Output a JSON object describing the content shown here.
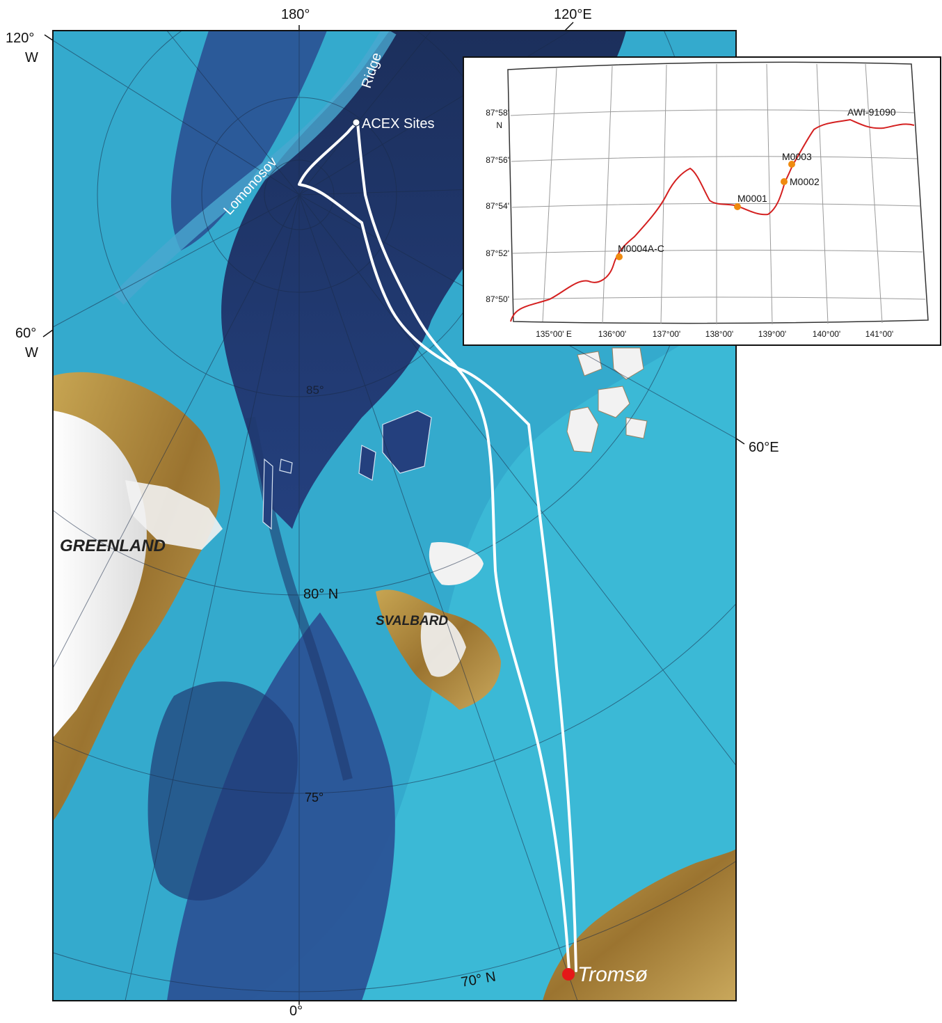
{
  "outer_labels": {
    "lon_180": "180°",
    "lon_120e": "120°E",
    "lon_120w_deg": "120°",
    "lon_120w_dir": "W",
    "lon_60w_deg": "60°",
    "lon_60w_dir": "W",
    "lon_60e": "60°E",
    "lon_0": "0°"
  },
  "map_labels": {
    "ridge": "Ridge",
    "lomonosov": "Lomonosov",
    "acex_sites": "ACEX Sites",
    "greenland": "GREENLAND",
    "svalbard": "SVALBARD",
    "lat_80": "80° N",
    "lat_85": "85°",
    "lat_75": "75°",
    "lat_70": "70° N",
    "tromso": "Tromsø"
  },
  "inset": {
    "lat_labels": [
      "87°58'",
      "87°56'",
      "87°54'",
      "87°52'",
      "87°50'"
    ],
    "lat_unit": "N",
    "lon_labels": [
      "135°00' E",
      "136°00'",
      "137°00'",
      "138°00'",
      "139°00'",
      "140°00'",
      "141°00'"
    ],
    "sites": [
      {
        "name": "M0004A-C"
      },
      {
        "name": "M0001"
      },
      {
        "name": "M0002"
      },
      {
        "name": "M0003"
      }
    ],
    "track_name": "AWI-91090"
  },
  "colors": {
    "deep_basin": "#1e3566",
    "abyssal": "#26418a",
    "slope": "#2d8fbd",
    "shelf": "#35b8d4",
    "shallow": "#5fd3e6",
    "land": "#b08a3c",
    "ice": "#f2f2f2",
    "ship_track": "#ffffff",
    "inset_track": "#d42020",
    "site_marker": "#ef8a10",
    "port_marker": "#e51818"
  }
}
